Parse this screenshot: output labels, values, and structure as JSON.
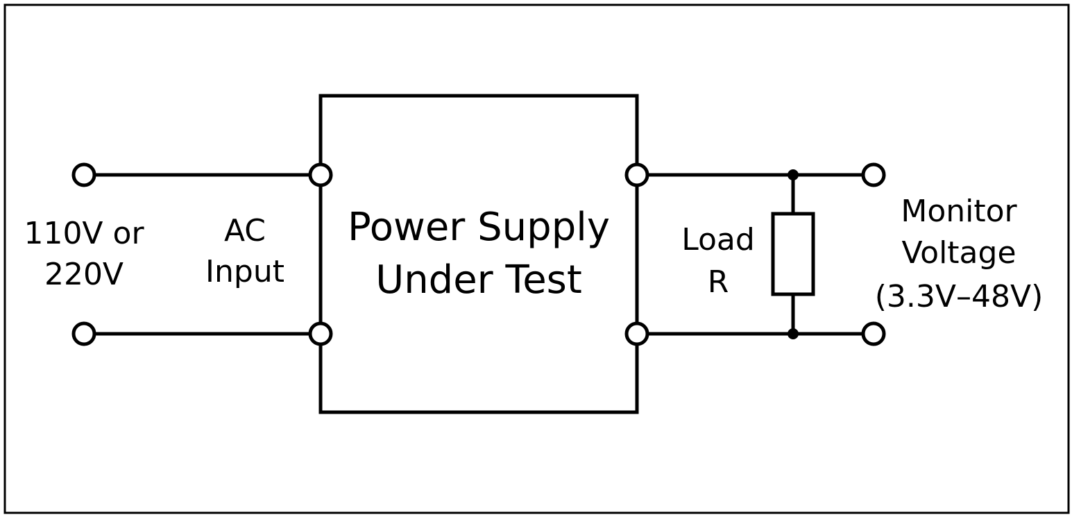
{
  "colors": {
    "line": "#000000",
    "background": "#ffffff",
    "terminal_fill": "#ffffff"
  },
  "labels": {
    "source_voltage": [
      "110V or",
      "220V"
    ],
    "ac_input": [
      "AC",
      "Input"
    ],
    "psu_title": [
      "Power Supply",
      "Under Test"
    ],
    "load": [
      "Load",
      "R"
    ],
    "monitor": [
      "Monitor",
      "Voltage",
      "(3.3V–48V)"
    ]
  }
}
